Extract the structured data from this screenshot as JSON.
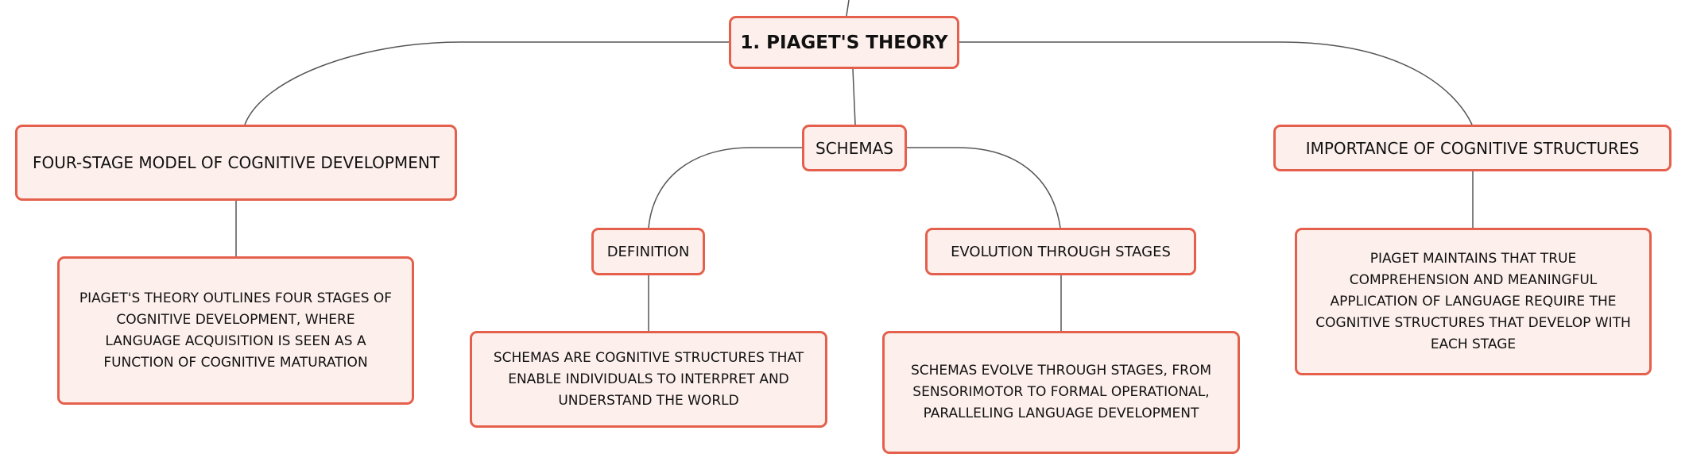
{
  "nodes": {
    "root": "1. PIAGET'S THEORY",
    "four_stage": "FOUR-STAGE MODEL OF COGNITIVE DEVELOPMENT",
    "schemas": "SCHEMAS",
    "importance": "IMPORTANCE OF COGNITIVE STRUCTURES",
    "definition": "DEFINITION",
    "evolution": "EVOLUTION THROUGH STAGES",
    "four_stage_detail": "PIAGET'S THEORY OUTLINES FOUR STAGES OF COGNITIVE DEVELOPMENT, WHERE LANGUAGE ACQUISITION IS SEEN AS A FUNCTION OF COGNITIVE MATURATION",
    "definition_detail": "SCHEMAS ARE COGNITIVE STRUCTURES THAT ENABLE INDIVIDUALS TO INTERPRET AND UNDERSTAND THE WORLD",
    "evolution_detail": "SCHEMAS EVOLVE THROUGH STAGES, FROM SENSORIMOTOR TO FORMAL OPERATIONAL, PARALLELING LANGUAGE DEVELOPMENT",
    "importance_detail": "PIAGET MAINTAINS THAT TRUE COMPREHENSION AND MEANINGFUL APPLICATION OF LANGUAGE REQUIRE THE COGNITIVE STRUCTURES THAT DEVELOP WITH EACH STAGE"
  },
  "colors": {
    "node_border": "#e4604c",
    "node_fill": "#fdf0ec",
    "connector": "#555555"
  }
}
